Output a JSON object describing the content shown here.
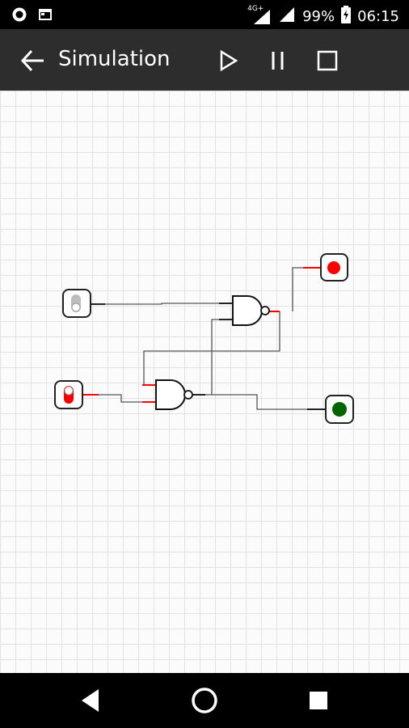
{
  "status_bar": {
    "signal_label": "4G+",
    "battery": "99%",
    "time": "06:15",
    "icons": [
      "record-icon",
      "calendar-icon",
      "signal-icon",
      "wifi-icon",
      "battery-icon"
    ]
  },
  "toolbar": {
    "back_icon": "arrow-left-icon",
    "title": "Simulation",
    "actions": [
      "play-icon",
      "pause-icon",
      "stop-icon"
    ]
  },
  "circuit": {
    "components": [
      {
        "kind": "toggle-switch",
        "state": "off"
      },
      {
        "kind": "toggle-switch",
        "state": "on"
      },
      {
        "kind": "nand-gate"
      },
      {
        "kind": "nand-gate"
      },
      {
        "kind": "output-led",
        "color": "#ff0000"
      },
      {
        "kind": "output-led",
        "color": "#006400"
      }
    ],
    "colors": {
      "active_wire": "#ff0000",
      "inactive_wire": "#444444",
      "grid": "#e2e2e2"
    }
  },
  "nav_bar": {
    "icons": [
      "back-triangle-icon",
      "home-circle-icon",
      "recents-square-icon"
    ]
  }
}
